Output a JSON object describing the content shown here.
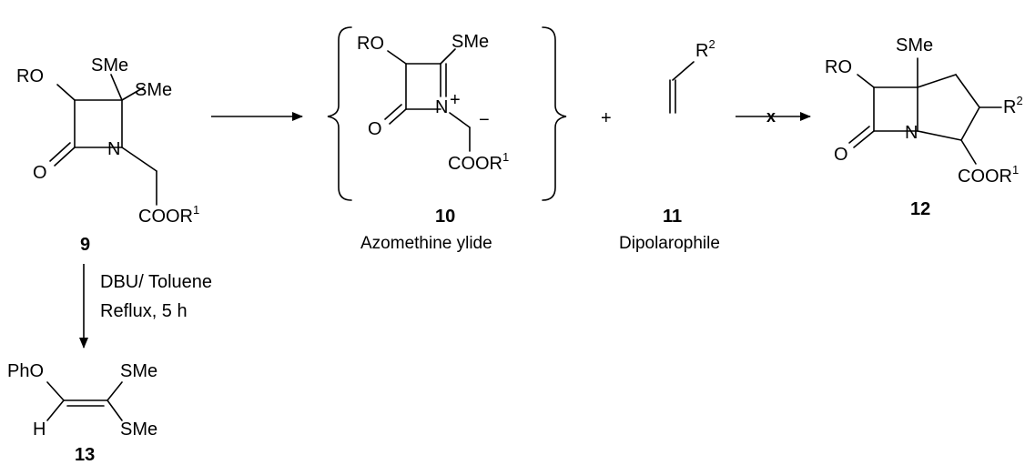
{
  "compound9": {
    "label": "9",
    "ro": "RO",
    "sme_upper": "SMe",
    "sme_lower": "SMe",
    "carbonyl_o": "O",
    "n": "N",
    "ester": "COOR",
    "ester_sup": "1"
  },
  "compound10": {
    "label": "10",
    "caption": "Azomethine ylide",
    "ro": "RO",
    "sme": "SMe",
    "carbonyl_o": "O",
    "n": "N",
    "plus": "+",
    "minus": "−",
    "ester": "COOR",
    "ester_sup": "1"
  },
  "plus_sign": "+",
  "compound11": {
    "label": "11",
    "caption": "Dipolarophile",
    "r": "R",
    "r_sup": "2"
  },
  "blocked_arrow": {
    "mark": "x"
  },
  "compound12": {
    "label": "12",
    "ro": "RO",
    "sme": "SMe",
    "carbonyl_o": "O",
    "n": "N",
    "r": "R",
    "r_sup": "2",
    "ester": "COOR",
    "ester_sup": "1"
  },
  "conditions": {
    "line1": "DBU/ Toluene",
    "line2": "Reflux, 5 h"
  },
  "compound13": {
    "label": "13",
    "pho": "PhO",
    "sme_upper": "SMe",
    "sme_lower": "SMe",
    "h": "H"
  }
}
